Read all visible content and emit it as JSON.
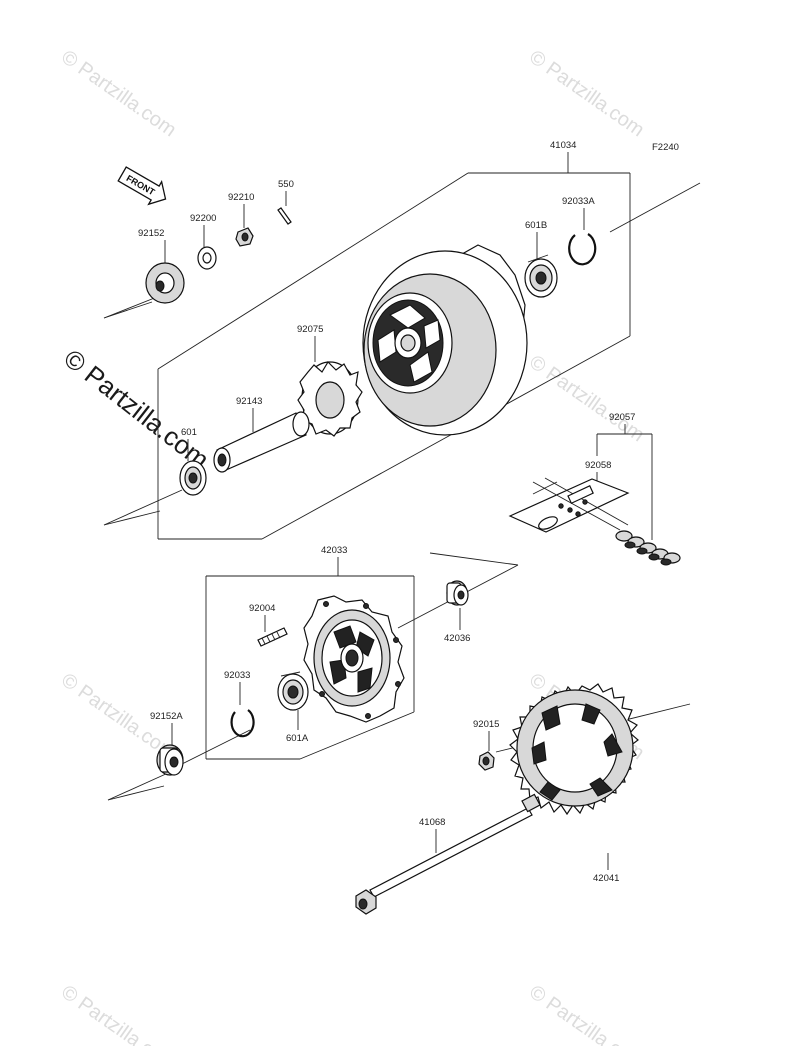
{
  "figure_code": "F2240",
  "front_arrow_text": "FRONT",
  "watermarks": {
    "small": "© Partzilla.com",
    "large": "© Partzilla.com"
  },
  "parts": {
    "p41034": "41034",
    "p92152": "92152",
    "p92200": "92200",
    "p92210": "92210",
    "p550": "550",
    "p92033A": "92033A",
    "p601B": "601B",
    "p92075": "92075",
    "p92143": "92143",
    "p601": "601",
    "p92057": "92057",
    "p92058": "92058",
    "p42033": "42033",
    "p92004": "92004",
    "p42036": "42036",
    "p92033": "92033",
    "p601A": "601A",
    "p92152A": "92152A",
    "p92015": "92015",
    "p41068": "41068",
    "p42041": "42041"
  }
}
